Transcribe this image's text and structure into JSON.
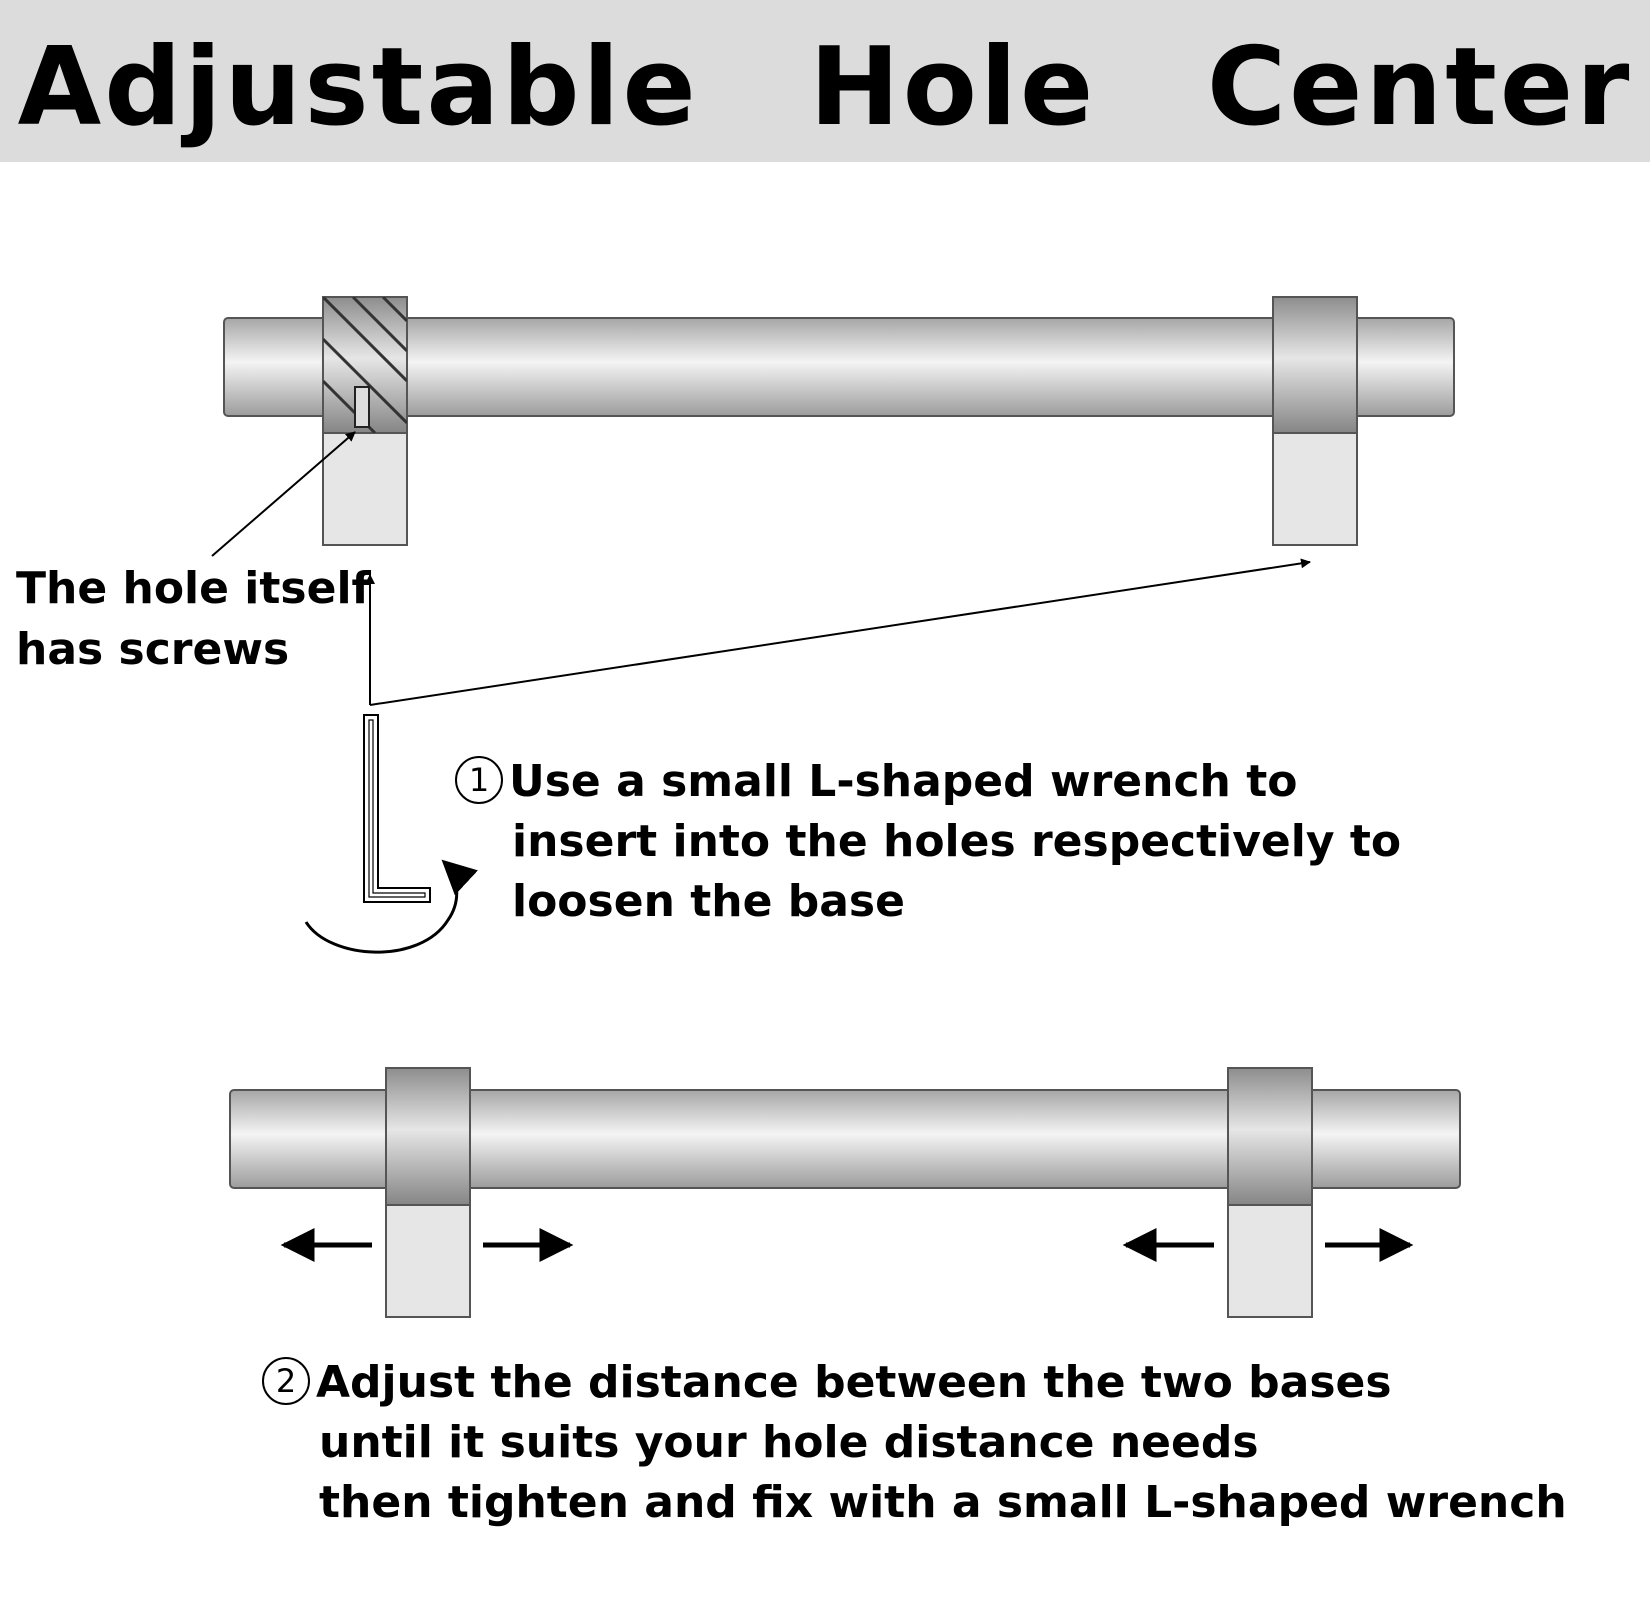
{
  "header": {
    "title": "Adjustable Hole Center"
  },
  "callout": {
    "line1": "The hole itself",
    "line2": "has screws"
  },
  "step1": {
    "number": "1",
    "line1": "Use a small L-shaped wrench to",
    "line2": "insert into the holes respectively to",
    "line3": "loosen the base"
  },
  "step2": {
    "number": "2",
    "line1": "Adjust the distance between the two bases",
    "line2": "until it suits your hole distance needs",
    "line3": "then tighten and fix with a small L-shaped wrench"
  },
  "icons": [
    "allen-wrench-icon",
    "rotation-arrow-icon",
    "arrow-left-icon",
    "arrow-right-icon",
    "arrow-up-icon"
  ]
}
